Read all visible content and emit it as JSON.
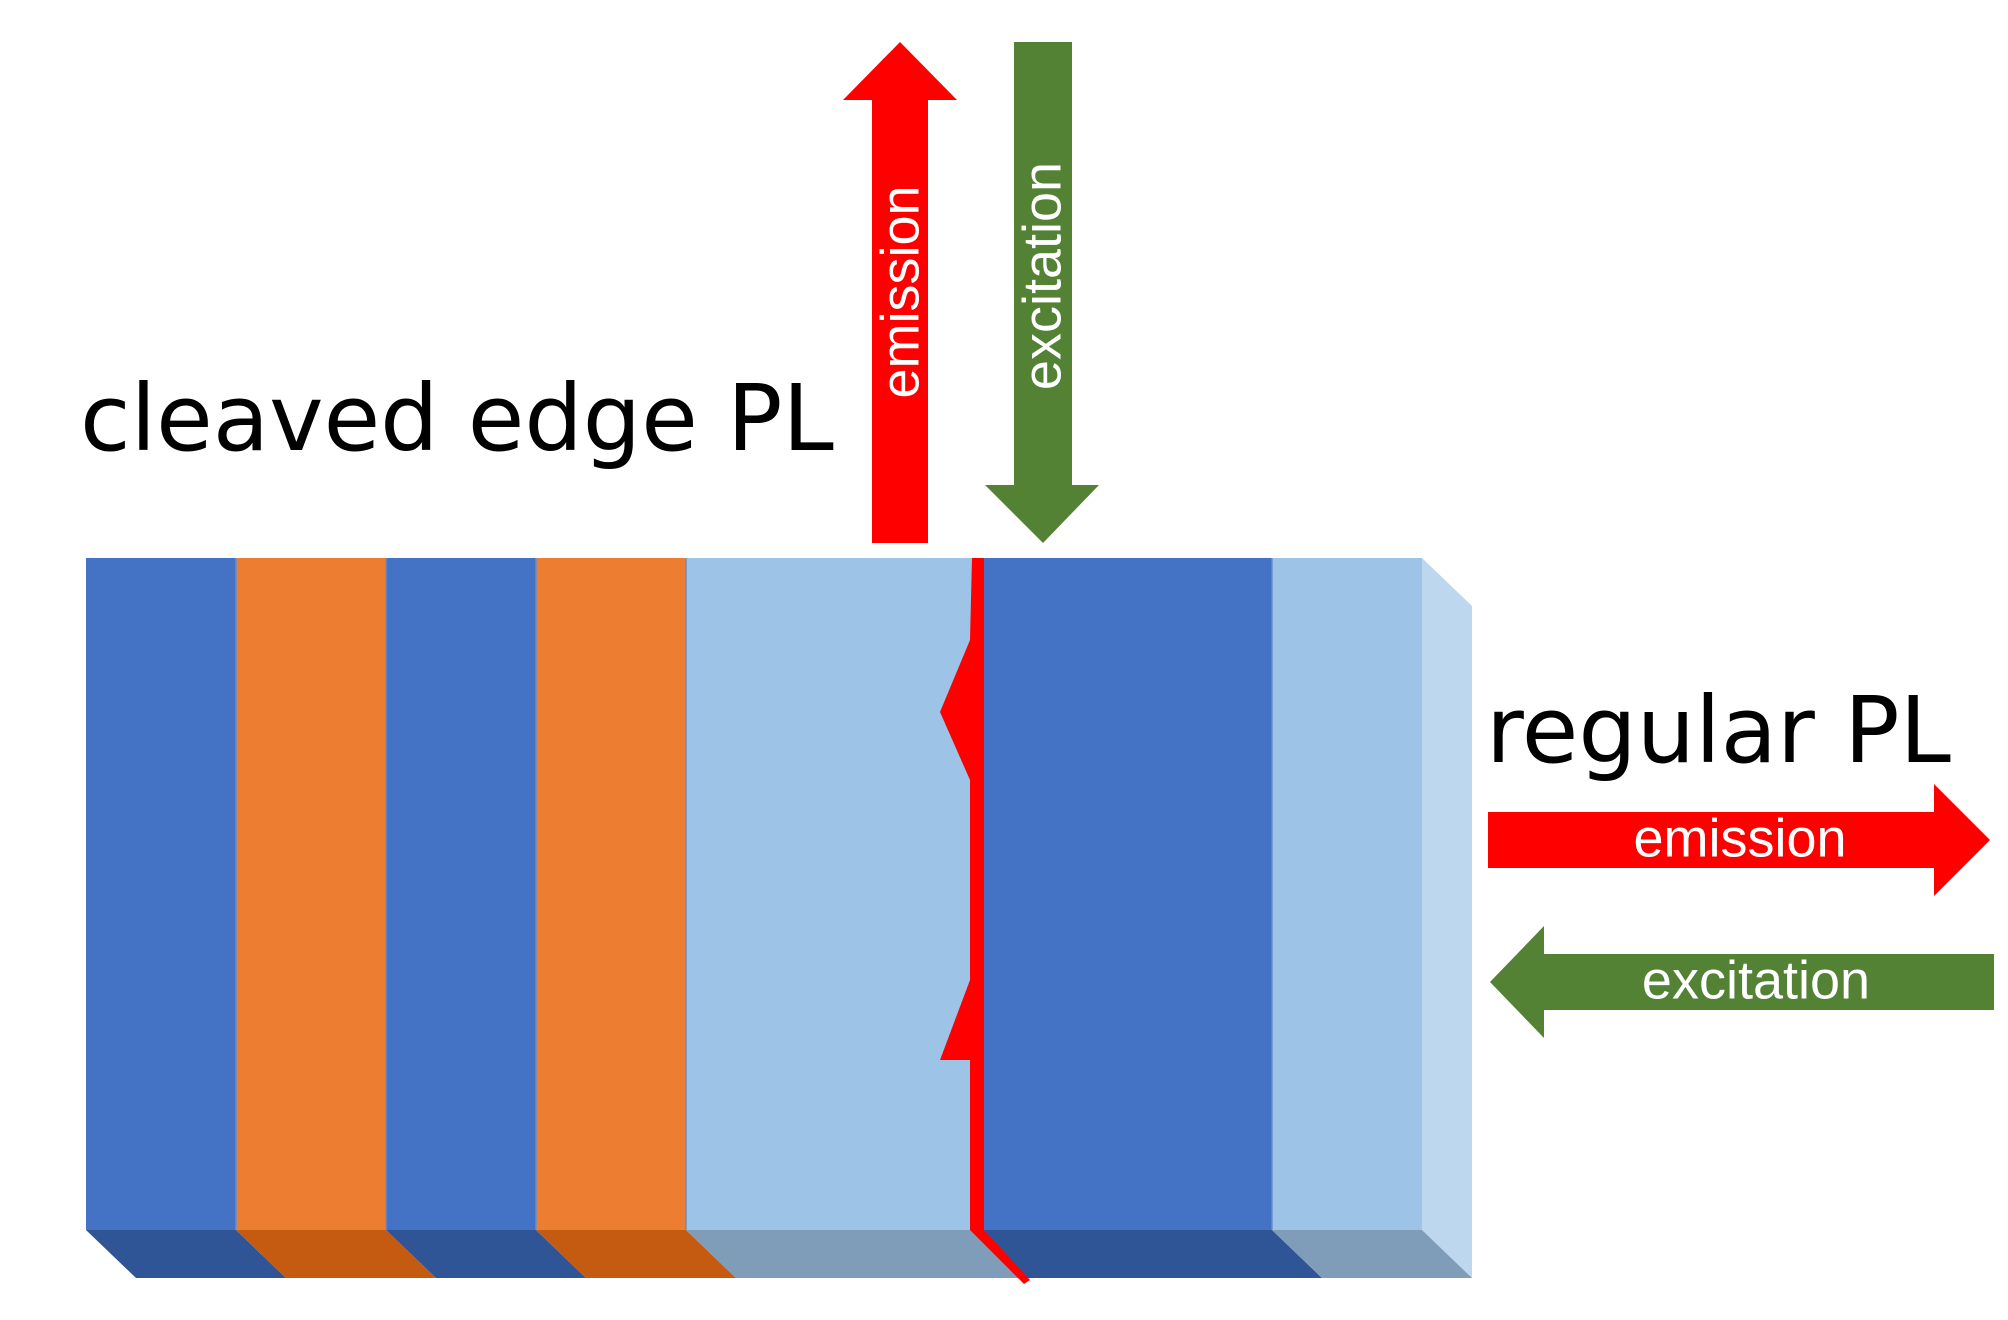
{
  "labels": {
    "cleaved_edge": "cleaved edge PL",
    "regular": "regular PL"
  },
  "arrows": {
    "vertical_emission": "emission",
    "vertical_excitation": "excitation",
    "horizontal_emission": "emission",
    "horizontal_excitation": "excitation"
  },
  "colors": {
    "emission": "#FF0000",
    "excitation": "#548235",
    "dark_blue_layer": "#4472C4",
    "orange_layer": "#ED7D31",
    "light_blue_layer": "#9DC3E6",
    "cleave_line": "#FF0000"
  }
}
